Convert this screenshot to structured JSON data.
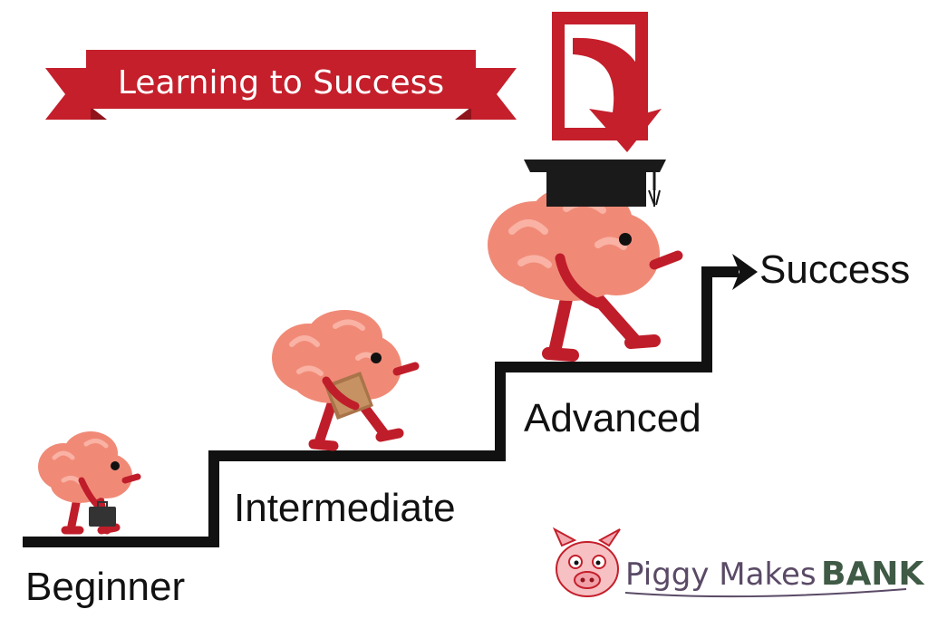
{
  "banner": {
    "title": "Learning to Success"
  },
  "stages": {
    "beginner": "Beginner",
    "intermediate": "Intermediate",
    "advanced": "Advanced",
    "success": "Success"
  },
  "logo": {
    "prefix": "Piggy Makes",
    "suffix": "BANK"
  },
  "icons": [
    "document-arrow-icon",
    "graduation-cap-icon",
    "brain-mascot-icon",
    "briefcase-icon",
    "book-icon",
    "pig-face-icon",
    "arrow-right-icon"
  ],
  "colors": {
    "banner_red": "#c41f2b",
    "banner_dark": "#8f141c",
    "brain": "#f08a77",
    "brain_light": "#f9b2a4",
    "limb": "#c01d2a",
    "stairs": "#111111",
    "bank_green": "#3f5a45",
    "logo_text": "#5a4a66"
  }
}
